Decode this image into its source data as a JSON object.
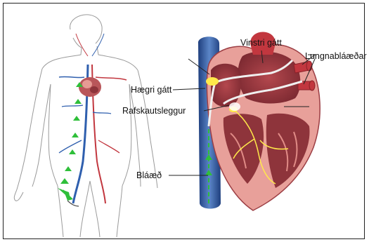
{
  "labels": {
    "left_atrium": "Vinstri gátt",
    "pulmonary_veins": "Lungnabláæðar",
    "right_atrium": "Hægri gátt",
    "catheter": "Rafskautsleggur",
    "vein": "Bláæð"
  },
  "colors": {
    "vein_blue": "#2f5fae",
    "artery_red": "#c2373f",
    "heart_tissue": "#a8474b",
    "heart_outer": "#e8a09a",
    "arrow_green": "#2fbf3a",
    "electrode_yellow": "#ffe94a"
  }
}
